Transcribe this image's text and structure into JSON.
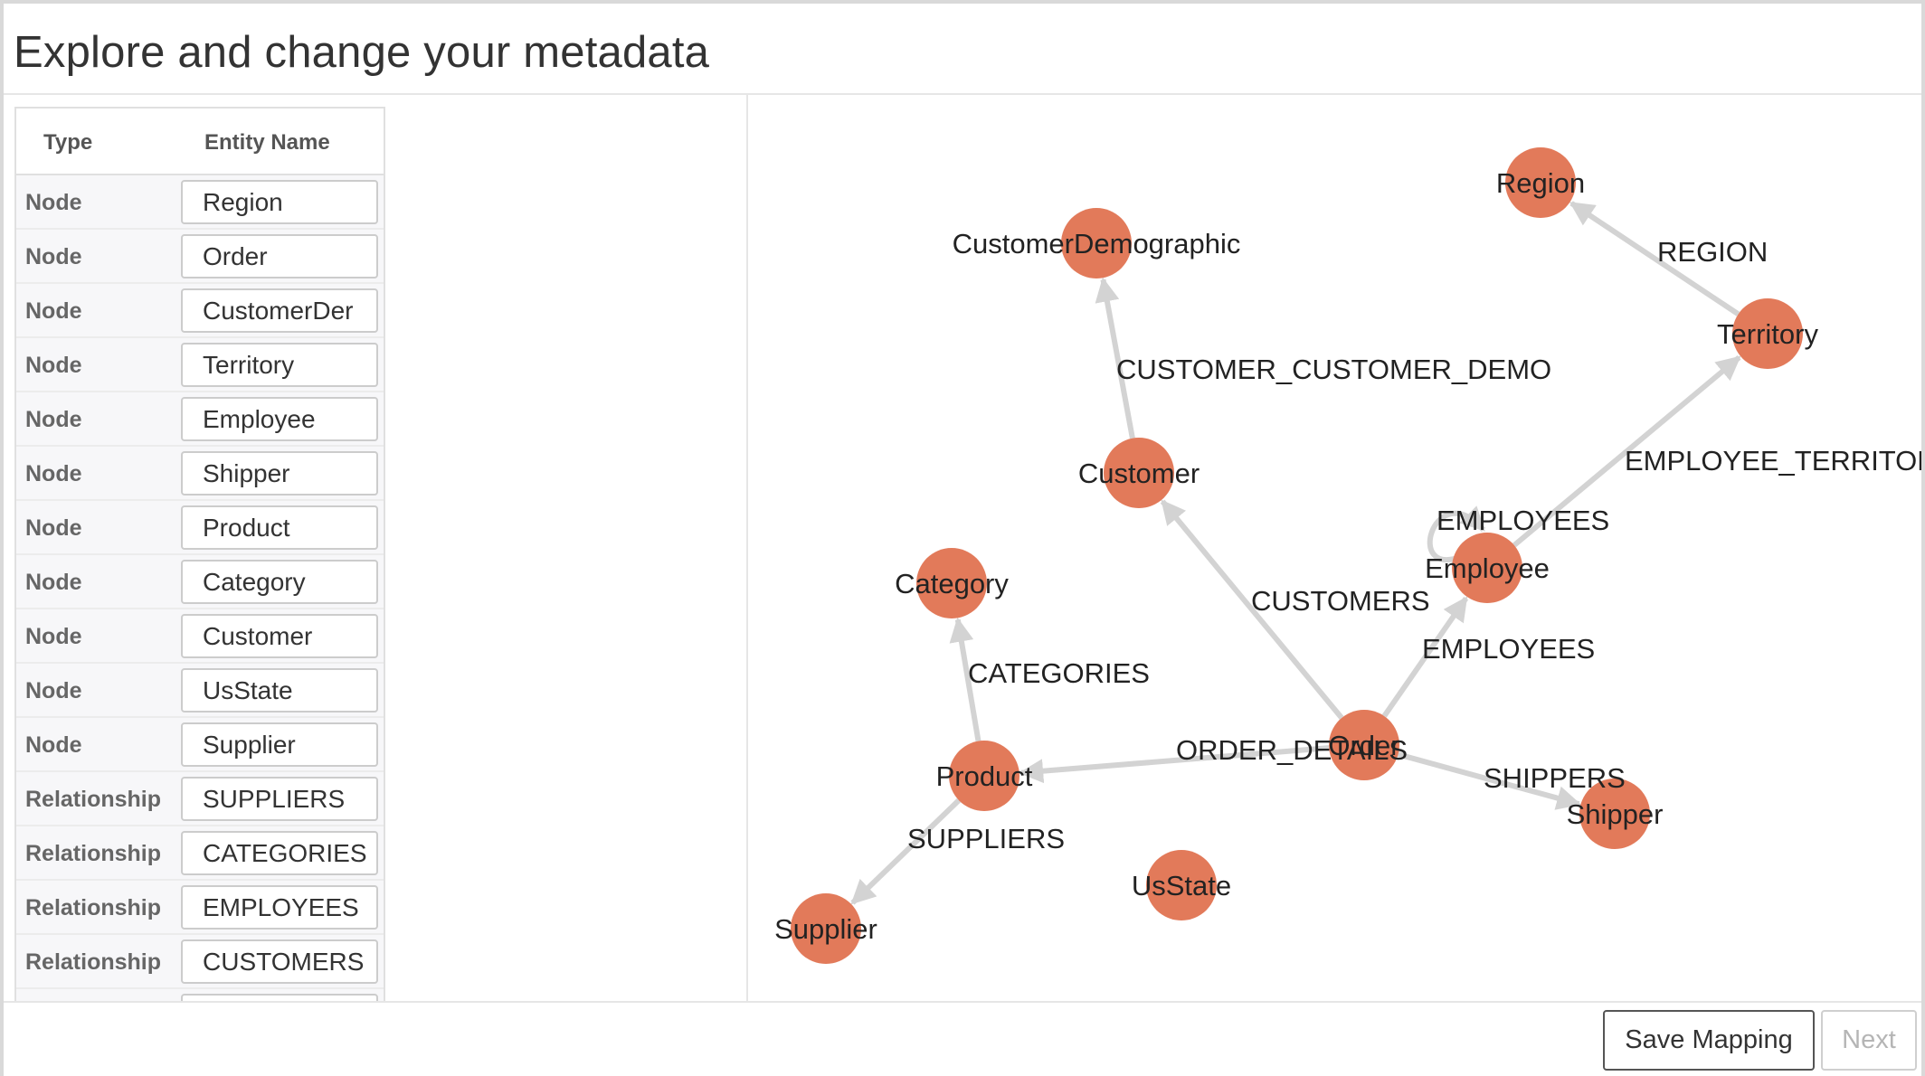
{
  "header": {
    "title": "Explore and change your metadata"
  },
  "table": {
    "columns": {
      "type": "Type",
      "name": "Entity Name"
    },
    "rows": [
      {
        "type": "Node",
        "name": "Region"
      },
      {
        "type": "Node",
        "name": "Order"
      },
      {
        "type": "Node",
        "name": "CustomerDer"
      },
      {
        "type": "Node",
        "name": "Territory"
      },
      {
        "type": "Node",
        "name": "Employee"
      },
      {
        "type": "Node",
        "name": "Shipper"
      },
      {
        "type": "Node",
        "name": "Product"
      },
      {
        "type": "Node",
        "name": "Category"
      },
      {
        "type": "Node",
        "name": "Customer"
      },
      {
        "type": "Node",
        "name": "UsState"
      },
      {
        "type": "Node",
        "name": "Supplier"
      },
      {
        "type": "Relationship",
        "name": "SUPPLIERS"
      },
      {
        "type": "Relationship",
        "name": "CATEGORIES"
      },
      {
        "type": "Relationship",
        "name": "EMPLOYEES"
      },
      {
        "type": "Relationship",
        "name": "CUSTOMERS"
      },
      {
        "type": "",
        "name": ""
      }
    ]
  },
  "graph": {
    "node_color": "#e27a5a",
    "edge_color": "#d3d3d3",
    "nodes": [
      {
        "id": "Region",
        "label": "Region"
      },
      {
        "id": "CustomerDemographic",
        "label": "CustomerDemographic"
      },
      {
        "id": "Territory",
        "label": "Territory"
      },
      {
        "id": "Customer",
        "label": "Customer"
      },
      {
        "id": "Employee",
        "label": "Employee"
      },
      {
        "id": "Category",
        "label": "Category"
      },
      {
        "id": "Order",
        "label": "Order"
      },
      {
        "id": "Product",
        "label": "Product"
      },
      {
        "id": "Shipper",
        "label": "Shipper"
      },
      {
        "id": "UsState",
        "label": "UsState"
      },
      {
        "id": "Supplier",
        "label": "Supplier"
      }
    ],
    "edges": [
      {
        "from": "Territory",
        "to": "Region",
        "label": "REGION"
      },
      {
        "from": "Customer",
        "to": "CustomerDemographic",
        "label": "CUSTOMER_CUSTOMER_DEMO"
      },
      {
        "from": "Employee",
        "to": "Territory",
        "label": "EMPLOYEE_TERRITORIES"
      },
      {
        "from": "Employee",
        "to": "Employee",
        "label": "EMPLOYEES"
      },
      {
        "from": "Order",
        "to": "Customer",
        "label": "CUSTOMERS"
      },
      {
        "from": "Order",
        "to": "Employee",
        "label": "EMPLOYEES"
      },
      {
        "from": "Product",
        "to": "Category",
        "label": "CATEGORIES"
      },
      {
        "from": "Order",
        "to": "Product",
        "label": "ORDER_DETAILS"
      },
      {
        "from": "Order",
        "to": "Shipper",
        "label": "SHIPPERS"
      },
      {
        "from": "Product",
        "to": "Supplier",
        "label": "SUPPLIERS"
      }
    ]
  },
  "footer": {
    "save_label": "Save Mapping",
    "next_label": "Next"
  }
}
